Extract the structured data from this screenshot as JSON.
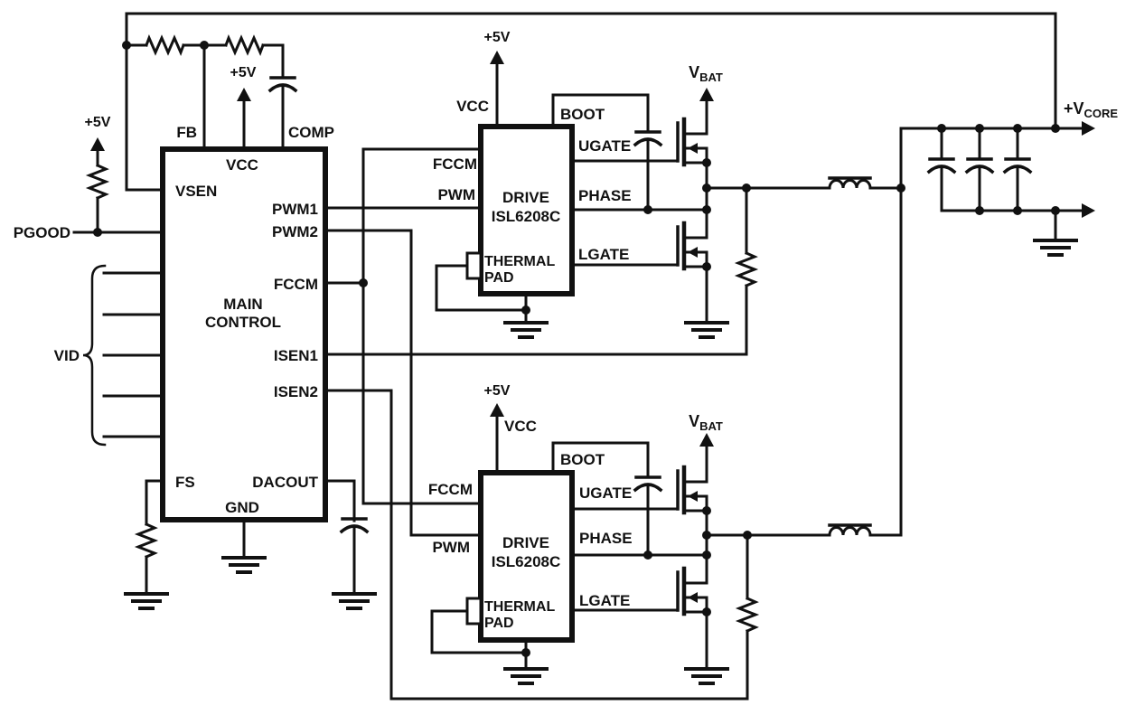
{
  "supplies": {
    "plus5v": "+5V",
    "vbat": "V",
    "vbat_sub": "BAT",
    "vcore": "+V",
    "vcore_sub": "CORE"
  },
  "signals": {
    "pgood": "PGOOD",
    "vid": "VID"
  },
  "main_control": {
    "line1": "MAIN",
    "line2": "CONTROL",
    "pins": {
      "fb": "FB",
      "vcc": "VCC",
      "comp": "COMP",
      "vsen": "VSEN",
      "pwm1": "PWM1",
      "pwm2": "PWM2",
      "fccm": "FCCM",
      "isen1": "ISEN1",
      "isen2": "ISEN2",
      "fs": "FS",
      "gnd": "GND",
      "dacout": "DACOUT"
    }
  },
  "driver1": {
    "line1": "DRIVE",
    "line2": "ISL6208C",
    "pins": {
      "vcc": "VCC",
      "fccm": "FCCM",
      "pwm": "PWM",
      "boot": "BOOT",
      "ugate": "UGATE",
      "phase": "PHASE",
      "lgate": "LGATE",
      "thermal1": "THERMAL",
      "thermal2": "PAD"
    }
  },
  "driver2": {
    "line1": "DRIVE",
    "line2": "ISL6208C",
    "pins": {
      "vcc": "VCC",
      "fccm": "FCCM",
      "pwm": "PWM",
      "boot": "BOOT",
      "ugate": "UGATE",
      "phase": "PHASE",
      "lgate": "LGATE",
      "thermal1": "THERMAL",
      "thermal2": "PAD"
    }
  }
}
